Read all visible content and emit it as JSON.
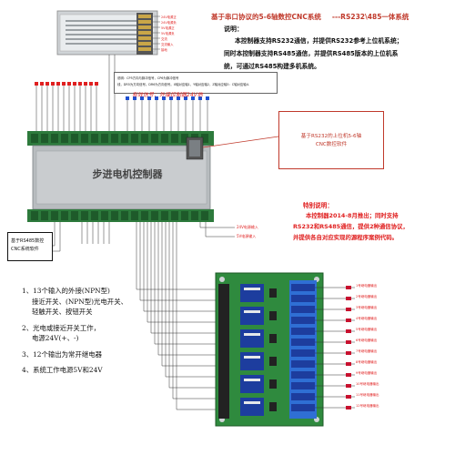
{
  "header": {
    "title": "基于串口协议的5-6轴数控CNC系统",
    "title_suffix": "---RS232\\485一体系统",
    "desc_heading": "说明：",
    "desc_lines": [
      "本控制器支持RS232通信，并提供RS232参考上位机系统；",
      "同时本控制器支持RS485通信，并提供RS485版本的上位机系",
      "统，可通过RS485构建多机系统。"
    ]
  },
  "special": {
    "heading": "特别说明：",
    "lines": [
      "本控制器2014-8月推出；同时支持",
      "RS232和RS485通信，提供2种通信协议，",
      "并提供各自对应实现的源程序案例代码。"
    ]
  },
  "pc_box": {
    "line1": "基于RS232的上位机5-6轴",
    "line2": "CNC数控软件"
  },
  "left_box": {
    "line1": "基于RS485数控",
    "line2": "CNC系统软件"
  },
  "signal_label": "有效信号：外接控制器24V地",
  "controller_name": "步进电机控制器",
  "power_labels": {
    "v24": "24V电源输入",
    "v5": "5V电源输入"
  },
  "psu_labels": [
    "24V电源正",
    "24V电源负",
    "5V电源正",
    "5V电源负",
    "交流",
    "交流输入",
    "接地"
  ],
  "info_box": {
    "line1": "说明：CP5方向与脉冲信号，CP6为脉冲信号",
    "line2": "线，DR5为方向信号。DR6为方向信号。X轴对应轴1，Y轴对应轴2，Z轴对应轴3：C轴对应轴4."
  },
  "notes": {
    "n1": "1、13个输入的外接(NPN型)",
    "n1b": "接近开关、(NPN型)光电开关、",
    "n1c": "轻触开关、按钮开关",
    "n2": "2、光电或接近开关工作，",
    "n2b": "电源24V(+、-)",
    "n3": "3、12个输出为常开继电器",
    "n4": "4、系统工作电源5V和24V"
  },
  "relay_labels": [
    "1号继电器输出",
    "2号继电器输出",
    "3号继电器输出",
    "4号继电器输出",
    "5号继电器输出",
    "6号继电器输出",
    "7号继电器输出",
    "8号继电器输出",
    "9号继电器输出",
    "10号继电器输出",
    "11号继电器输出",
    "12号继电器输出"
  ],
  "colors": {
    "accent_red": "#e02020",
    "board_green": "#2f8a3e",
    "relay_blue": "#1d3d9e",
    "device_gray": "#b8bcbf"
  }
}
